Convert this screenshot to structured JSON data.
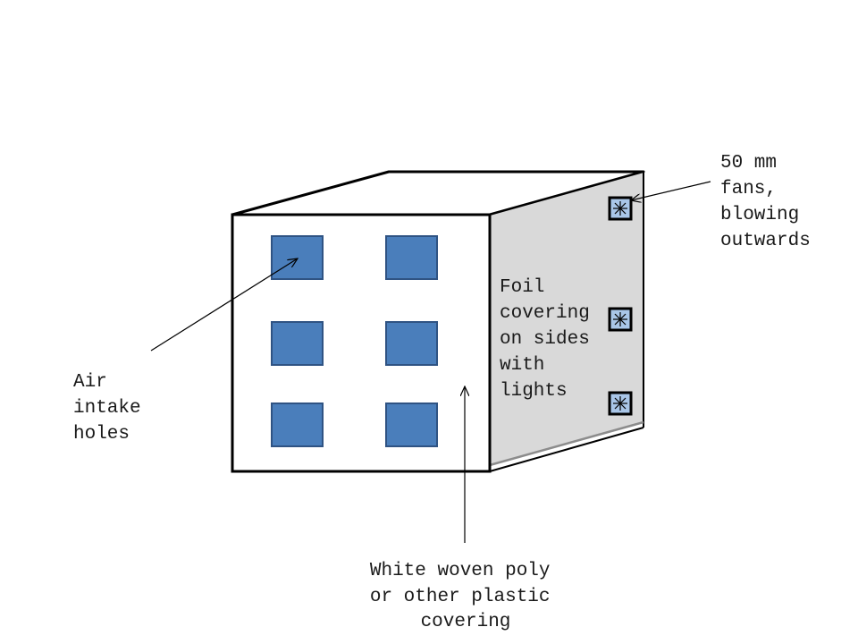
{
  "labels": {
    "fans": [
      "50 mm",
      "fans,",
      "blowing",
      "outwards"
    ],
    "foil": [
      "Foil",
      "covering",
      "on sides",
      "with",
      "lights"
    ],
    "air_intake": [
      "Air",
      "intake",
      "holes"
    ],
    "white_cover": [
      "White woven poly",
      "or other plastic",
      "covering"
    ]
  },
  "colors": {
    "hole_fill": "#4a7ebb",
    "hole_stroke": "#2f5383",
    "foil_side": "#d9d9d9",
    "outline": "#000000",
    "fan_fill": "#a9c6e8"
  },
  "counts": {
    "intake_holes": 6,
    "fans": 3
  }
}
